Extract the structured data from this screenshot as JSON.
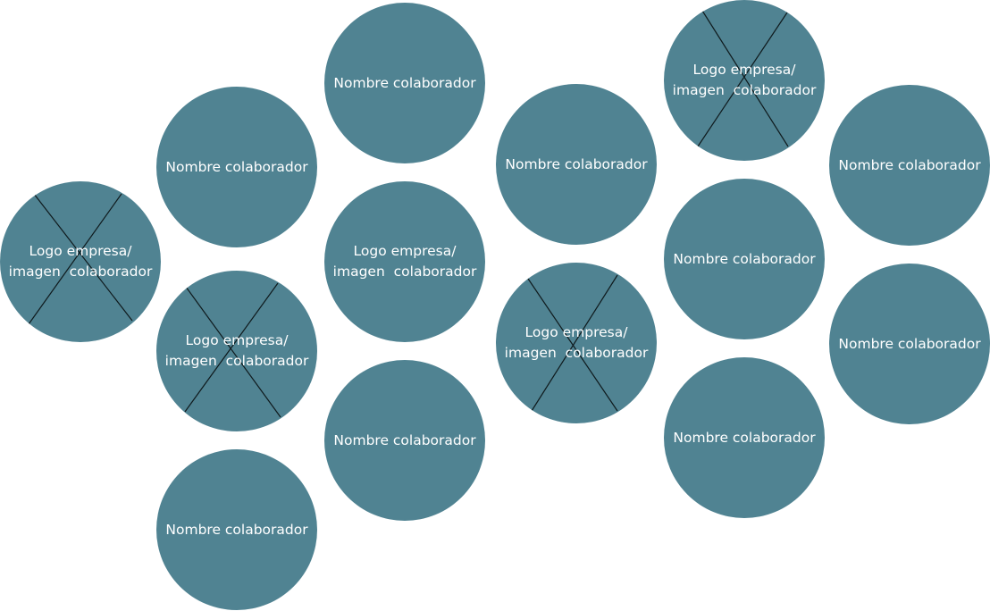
{
  "colors": {
    "bubble_fill": "#508392",
    "bubble_text": "#ffffff",
    "cross_stroke": "#0f1a1d",
    "background": "#ffffff"
  },
  "bubbles": [
    {
      "type": "logo",
      "label_line1": "Logo empresa/",
      "label_line2": "imagen  colaborador"
    },
    {
      "type": "name",
      "label": "Nombre colaborador"
    },
    {
      "type": "logo",
      "label_line1": "Logo empresa/",
      "label_line2": "imagen  colaborador"
    },
    {
      "type": "name",
      "label": "Nombre colaborador"
    },
    {
      "type": "name",
      "label": "Nombre colaborador"
    },
    {
      "type": "logo-plain",
      "label_line1": "Logo empresa/",
      "label_line2": "imagen  colaborador"
    },
    {
      "type": "name",
      "label": "Nombre colaborador"
    },
    {
      "type": "name",
      "label": "Nombre colaborador"
    },
    {
      "type": "logo",
      "label_line1": "Logo empresa/",
      "label_line2": "imagen  colaborador"
    },
    {
      "type": "logo",
      "label_line1": "Logo empresa/",
      "label_line2": "imagen  colaborador"
    },
    {
      "type": "name",
      "label": "Nombre colaborador"
    },
    {
      "type": "name",
      "label": "Nombre colaborador"
    },
    {
      "type": "name",
      "label": "Nombre colaborador"
    },
    {
      "type": "name",
      "label": "Nombre colaborador"
    }
  ]
}
